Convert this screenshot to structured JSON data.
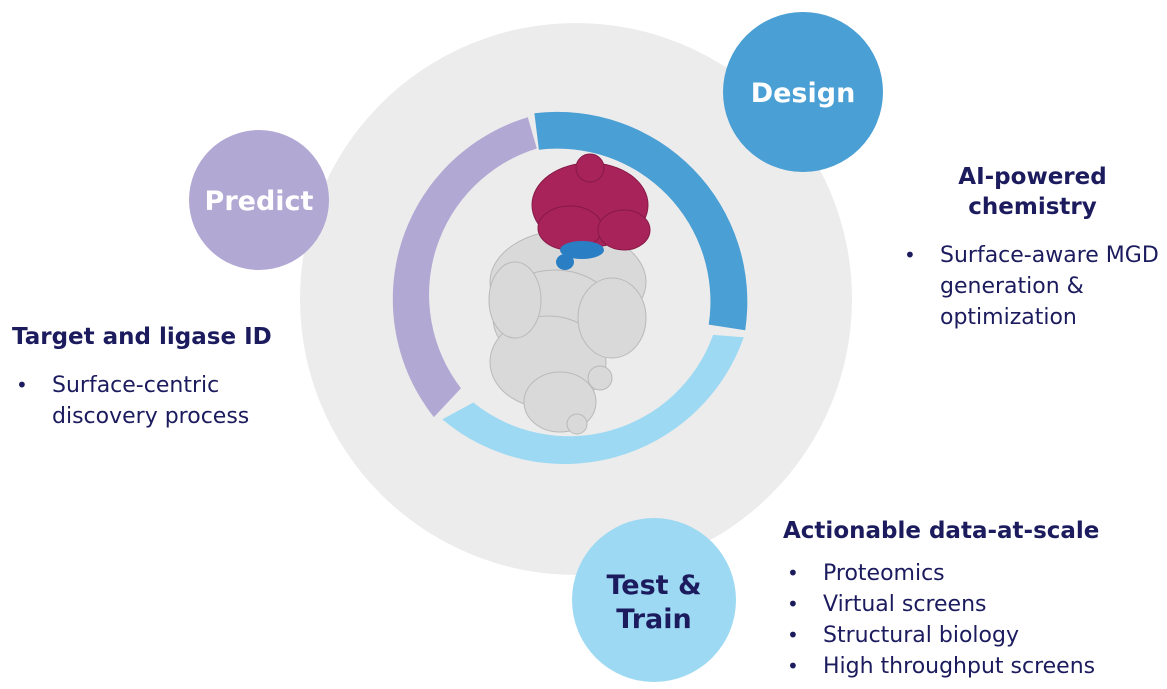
{
  "stages": {
    "predict": {
      "label": "Predict",
      "color": "#b2a8d4"
    },
    "design": {
      "label": "Design",
      "color": "#4a9fd4"
    },
    "test_train": {
      "label_line1": "Test &",
      "label_line2": "Train",
      "color": "#9dd9f3"
    }
  },
  "panels": {
    "predict": {
      "heading": "Target and ligase ID",
      "bullets": [
        "Surface-centric discovery process"
      ]
    },
    "design": {
      "heading_line1": "AI-powered",
      "heading_line2": "chemistry",
      "bullets": [
        "Surface-aware MGD generation & optimization"
      ]
    },
    "test_train": {
      "heading": "Actionable data-at-scale",
      "bullets": [
        "Proteomics",
        "Virtual screens",
        "Structural biology",
        "High throughput screens"
      ]
    }
  },
  "colors": {
    "background_disc": "#ececec",
    "text_navy": "#1b1b5e",
    "protein_magenta": "#a8235a",
    "protein_grey": "#d9d9d9",
    "protein_blue": "#2a7fc4"
  }
}
